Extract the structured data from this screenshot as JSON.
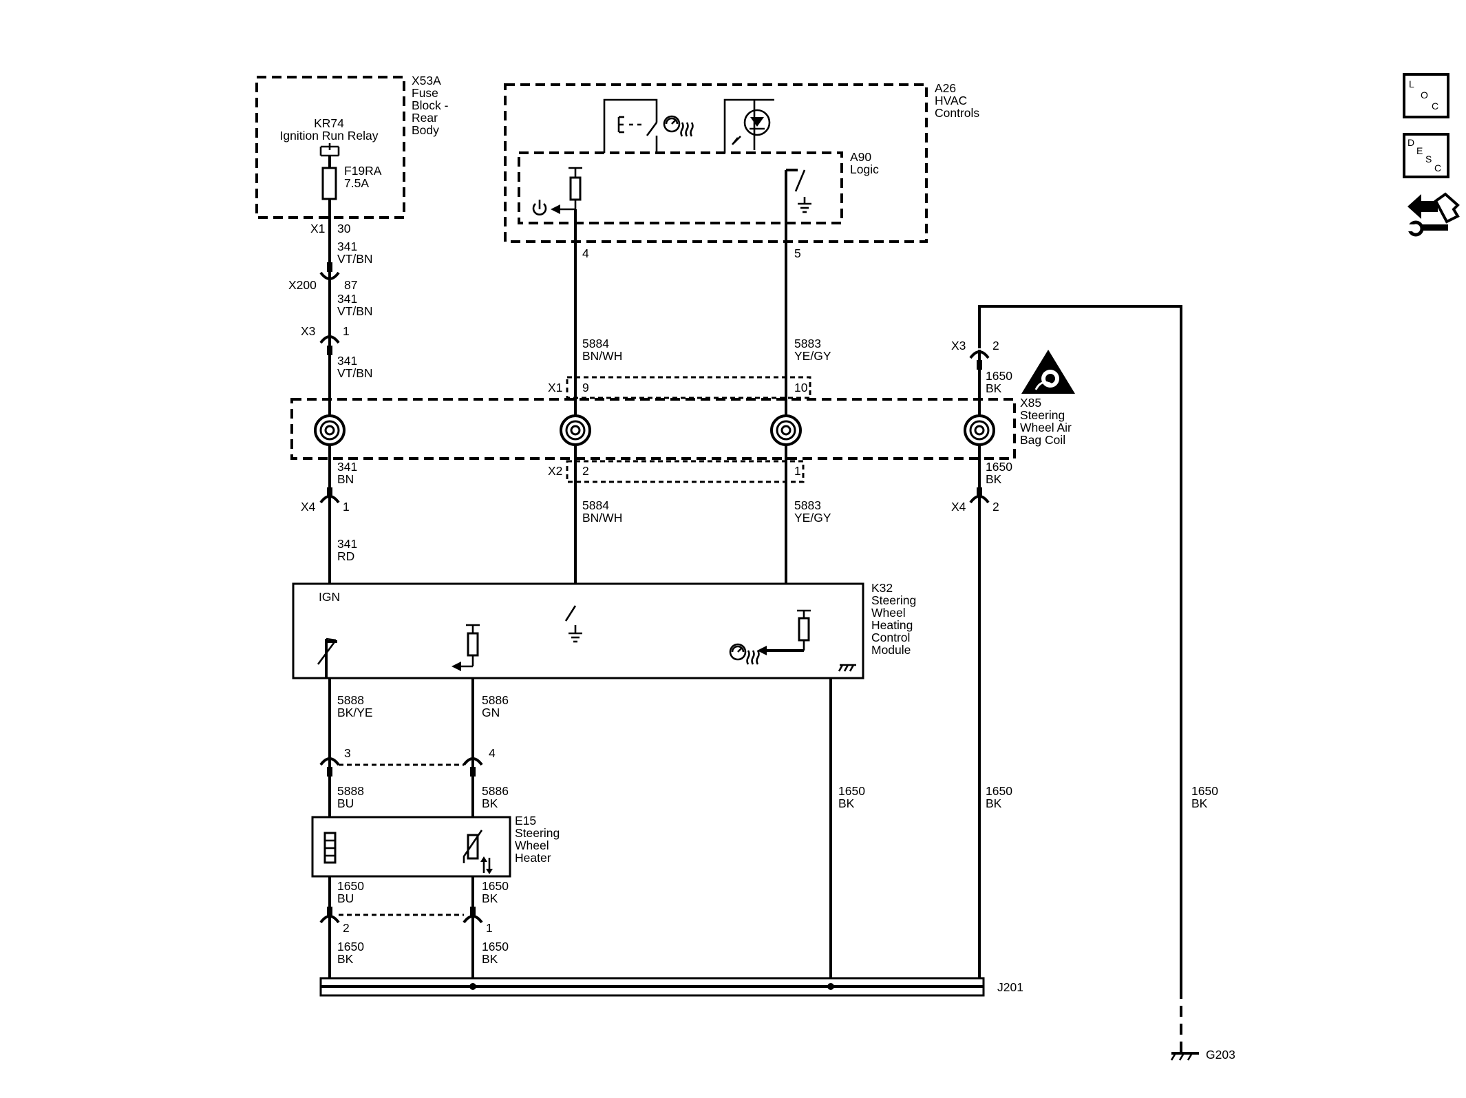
{
  "colors": {
    "ink": "#000000",
    "background": "#ffffff"
  },
  "components": {
    "x53a": {
      "label": [
        "X53A",
        "Fuse",
        "Block -",
        "Rear",
        "Body"
      ]
    },
    "kr74": {
      "label": [
        "KR74",
        "Ignition Run Relay"
      ]
    },
    "f19ra": {
      "label": [
        "F19RA",
        "7.5A"
      ]
    },
    "a26": {
      "label": [
        "A26",
        "HVAC",
        "Controls"
      ]
    },
    "a90": {
      "label": [
        "A90",
        "Logic"
      ]
    },
    "x85": {
      "label": [
        "X85",
        "Steering",
        "Wheel Air",
        "Bag Coil"
      ]
    },
    "k32": {
      "label": [
        "K32",
        "Steering",
        "Wheel",
        "Heating",
        "Control",
        "Module"
      ],
      "ign": "IGN"
    },
    "e15": {
      "label": [
        "E15",
        "Steering",
        "Wheel",
        "Heater"
      ]
    },
    "j201": {
      "label": "J201"
    },
    "g203": {
      "label": "G203"
    }
  },
  "connectors": {
    "x1_a": {
      "name": "X1",
      "pin": "30"
    },
    "x200": {
      "name": "X200",
      "pin": "87"
    },
    "x3_left": {
      "name": "X3",
      "pin": "1"
    },
    "x3_right": {
      "name": "X3",
      "pin": "2"
    },
    "a26_pin4": "4",
    "a26_pin5": "5",
    "x1_coil": {
      "name": "X1",
      "pin_a": "9",
      "pin_b": "10"
    },
    "x2_coil": {
      "name": "X2",
      "pin_a": "2",
      "pin_b": "1"
    },
    "x4_left": {
      "name": "X4",
      "pin": "1"
    },
    "x4_right": {
      "name": "X4",
      "pin": "2"
    },
    "heater_in_a": "3",
    "heater_in_b": "4",
    "heater_out_a": "2",
    "heater_out_b": "1"
  },
  "wires": {
    "w341_a": {
      "circuit": "341",
      "color": "VT/BN"
    },
    "w341_b": {
      "circuit": "341",
      "color": "VT/BN"
    },
    "w341_c": {
      "circuit": "341",
      "color": "VT/BN"
    },
    "w341_d": {
      "circuit": "341",
      "color": "BN"
    },
    "w341_e": {
      "circuit": "341",
      "color": "RD"
    },
    "w5884_a": {
      "circuit": "5884",
      "color": "BN/WH"
    },
    "w5884_b": {
      "circuit": "5884",
      "color": "BN/WH"
    },
    "w5883_a": {
      "circuit": "5883",
      "color": "YE/GY"
    },
    "w5883_b": {
      "circuit": "5883",
      "color": "YE/GY"
    },
    "w1650_x3": {
      "circuit": "1650",
      "color": "BK"
    },
    "w1650_x4": {
      "circuit": "1650",
      "color": "BK"
    },
    "w5888_a": {
      "circuit": "5888",
      "color": "BK/YE"
    },
    "w5886_a": {
      "circuit": "5886",
      "color": "GN"
    },
    "w5888_b": {
      "circuit": "5888",
      "color": "BU"
    },
    "w5886_b": {
      "circuit": "5886",
      "color": "BK"
    },
    "w1650_k32": {
      "circuit": "1650",
      "color": "BK"
    },
    "w1650_right": {
      "circuit": "1650",
      "color": "BK"
    },
    "w1650_g203": {
      "circuit": "1650",
      "color": "BK"
    },
    "w1650_bu_a": {
      "circuit": "1650",
      "color": "BU"
    },
    "w1650_bk_a": {
      "circuit": "1650",
      "color": "BK"
    },
    "w1650_bu_b": {
      "circuit": "1650",
      "color": "BK"
    },
    "w1650_bk_b": {
      "circuit": "1650",
      "color": "BK"
    }
  },
  "sidebar": {
    "loc": [
      "L",
      "O",
      "C"
    ],
    "desc": [
      "D",
      "E",
      "S",
      "C"
    ],
    "nav_icon": "connector-navigation-icon"
  }
}
